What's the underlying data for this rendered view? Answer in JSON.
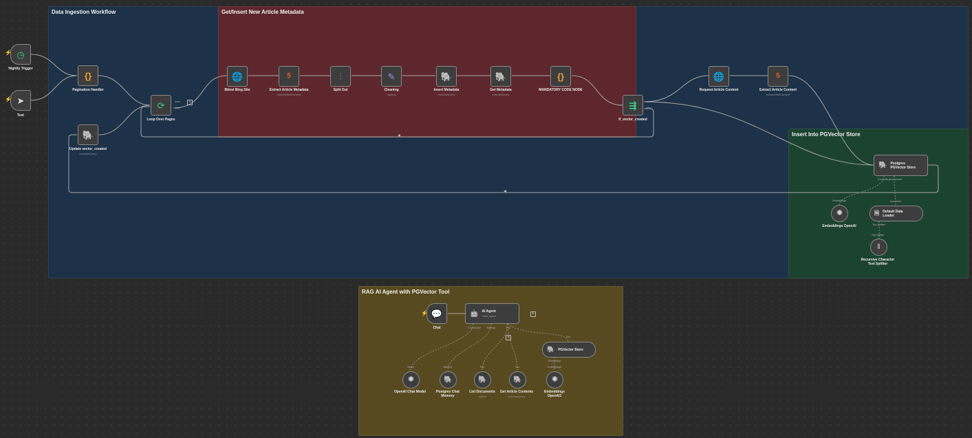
{
  "groups": {
    "ingestion": "Data Ingestion Workflow",
    "metadata": "Get/Insert New Article Metadata",
    "pgvector": "Insert Into PGVector Store",
    "rag": "RAG AI Agent with PGVector Tool"
  },
  "nodes": {
    "nightly_trigger": {
      "label": "Nightly Trigger",
      "icon": "clock-icon"
    },
    "test": {
      "label": "Test",
      "icon": "cursor-icon"
    },
    "pagination_handler": {
      "label": "Pagination Handler",
      "icon": "code-icon"
    },
    "loop_over_pages": {
      "label": "Loop Over Pages",
      "icon": "loop-icon",
      "ports": [
        "done",
        "loop"
      ]
    },
    "update_vector_created": {
      "label": "Update vector_created",
      "sub": "executeQuery",
      "icon": "postgres-icon"
    },
    "bitovi_blog_site": {
      "label": "Bitovi Blog Site",
      "icon": "globe-icon"
    },
    "extract_article_metadata": {
      "label": "Extract Article Metadata",
      "sub": "extractHtmlContent",
      "icon": "html-icon"
    },
    "split_out": {
      "label": "Split Out",
      "icon": "split-icon"
    },
    "cleaning": {
      "label": "Cleaning",
      "sub": "manual",
      "icon": "pencil-icon"
    },
    "insert_metadata": {
      "label": "Insert Metadata",
      "sub": "executeQuery",
      "icon": "postgres-icon"
    },
    "get_metadata": {
      "label": "Get Metadata",
      "sub": "executeQuery",
      "icon": "postgres-icon"
    },
    "mandatory_code_node": {
      "label": "MANDATORY CODE NODE",
      "icon": "code-icon"
    },
    "if_vector_created": {
      "label": "If_vector_created",
      "icon": "if-icon",
      "ports": [
        "true",
        "false"
      ]
    },
    "request_article_content": {
      "label": "Request Article Content",
      "icon": "globe-icon"
    },
    "extract_article_content": {
      "label": "Extract Article Content",
      "sub": "extractHtmlContent",
      "icon": "html-icon"
    },
    "postgres_pgvector_store": {
      "label": "Postgres PGVector Store",
      "ports": [
        "Embedding*",
        "Document*"
      ],
      "icon": "postgres-icon"
    },
    "embeddings_openai": {
      "label": "Embeddings OpenAI",
      "icon": "openai-icon",
      "port": "Embeddings"
    },
    "default_data_loader": {
      "label": "Default Data Loader",
      "icon": "document-icon",
      "ports_top": "Document",
      "ports_bottom": "Text Splitter*"
    },
    "recursive_splitter": {
      "label": "Recursive Character Text Splitter",
      "icon": "splitter-icon",
      "port": "Text Splitter"
    },
    "chat": {
      "label": "Chat",
      "icon": "chat-icon"
    },
    "ai_agent": {
      "label": "AI Agent",
      "sub": "Tools Agent",
      "icon": "robot-icon",
      "ports": [
        "Chat Model*",
        "Memory",
        "Tool"
      ]
    },
    "pgvector_store": {
      "label": "PGVector Store",
      "icon": "postgres-icon",
      "port_top": "Tool",
      "port_bottom": "Embedding"
    },
    "openai_chat_model": {
      "label": "OpenAI Chat Model",
      "icon": "openai-icon",
      "port": "Model"
    },
    "postgres_chat_memory": {
      "label": "Postgres Chat Memory",
      "icon": "postgres-icon",
      "port": "Memory"
    },
    "list_documents": {
      "label": "List Documents",
      "sub": "select",
      "icon": "postgres-icon",
      "port": "Tool"
    },
    "get_article_contents": {
      "label": "Get Article Contents",
      "sub": "executeQuery",
      "icon": "postgres-icon",
      "port": "Tool"
    },
    "embeddings_openai1": {
      "label": "Embeddings OpenAI1",
      "icon": "openai-icon",
      "port": "Embeddings"
    }
  },
  "colors": {
    "ingestion": "#1d3148",
    "metadata": "#5e272d",
    "pgvector": "#1c4330",
    "rag": "#584a20",
    "trigger": "#ff6d5a"
  }
}
